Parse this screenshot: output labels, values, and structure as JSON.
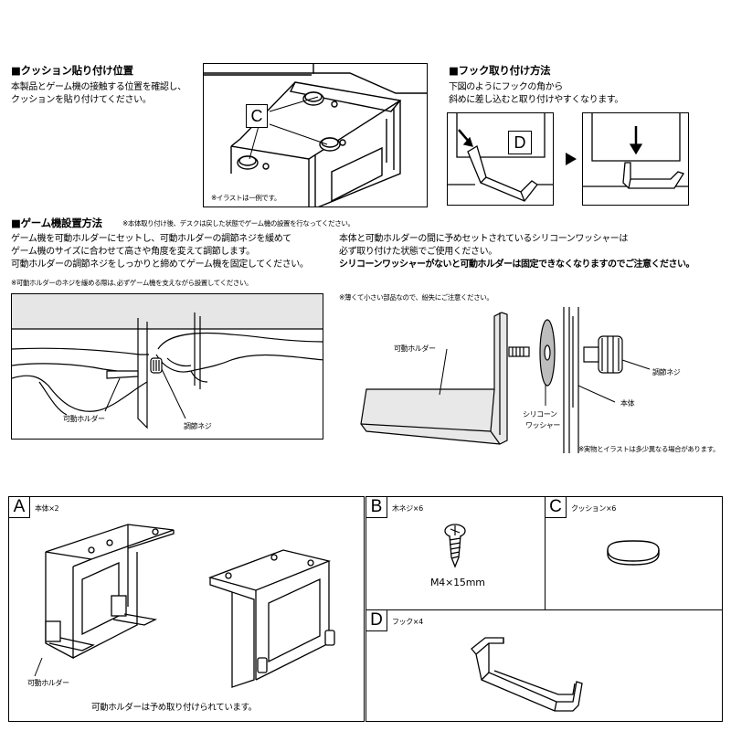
{
  "cushion": {
    "title": "■クッション貼り付け位置",
    "lines": [
      "本製品とゲーム機の接触する位置を確認し、",
      "クッションを貼り付けてください。"
    ],
    "callout": "C",
    "illus_note": "※イラストは一例です。"
  },
  "hook": {
    "title": "■フック取り付け方法",
    "lines": [
      "下図のようにフックの角から",
      "斜めに差し込むと取り付けやすくなります。"
    ],
    "callout": "D"
  },
  "install": {
    "title": "■ゲーム機設置方法",
    "title_note": "※本体取り付け後、デスクは戻した状態でゲーム機の設置を行なってください。",
    "left_lines": [
      "ゲーム機を可動ホルダーにセットし、可動ホルダーの調節ネジを緩めて",
      "ゲーム機のサイズに合わせて高さや角度を変えて調節します。",
      "可動ホルダーの調節ネジをしっかりと締めてゲーム機を固定してください。"
    ],
    "left_note": "※可動ホルダーのネジを緩める際は､必ずゲーム機を支えながら設置してください。",
    "left_labels": [
      "可動ホルダー",
      "調節ネジ"
    ],
    "right_lines": [
      "本体と可動ホルダーの間に予めセットされているシリコーンワッシャーは",
      "必ず取り付けた状態でご使用ください。"
    ],
    "right_bold": "シリコーンワッシャーがないと可動ホルダーは固定できなくなりますのでご注意ください。",
    "right_note": "※薄くて小さい部品なので、紛失にご注意ください。",
    "right_labels": {
      "holder": "可動ホルダー",
      "washer_1": "シリコーン",
      "washer_2": "ワッシャー",
      "body": "本体",
      "screw": "調節ネジ"
    },
    "footnote": "※実物とイラストは多少異なる場合があります。"
  },
  "parts": {
    "A": {
      "letter": "A",
      "name": "本体×2",
      "label": "可動ホルダー",
      "note": "可動ホルダーは予め取り付けられています。"
    },
    "B": {
      "letter": "B",
      "name": "木ネジ×6",
      "size": "M4×15mm"
    },
    "C": {
      "letter": "C",
      "name": "クッション×6"
    },
    "D": {
      "letter": "D",
      "name": "フック×4"
    }
  }
}
